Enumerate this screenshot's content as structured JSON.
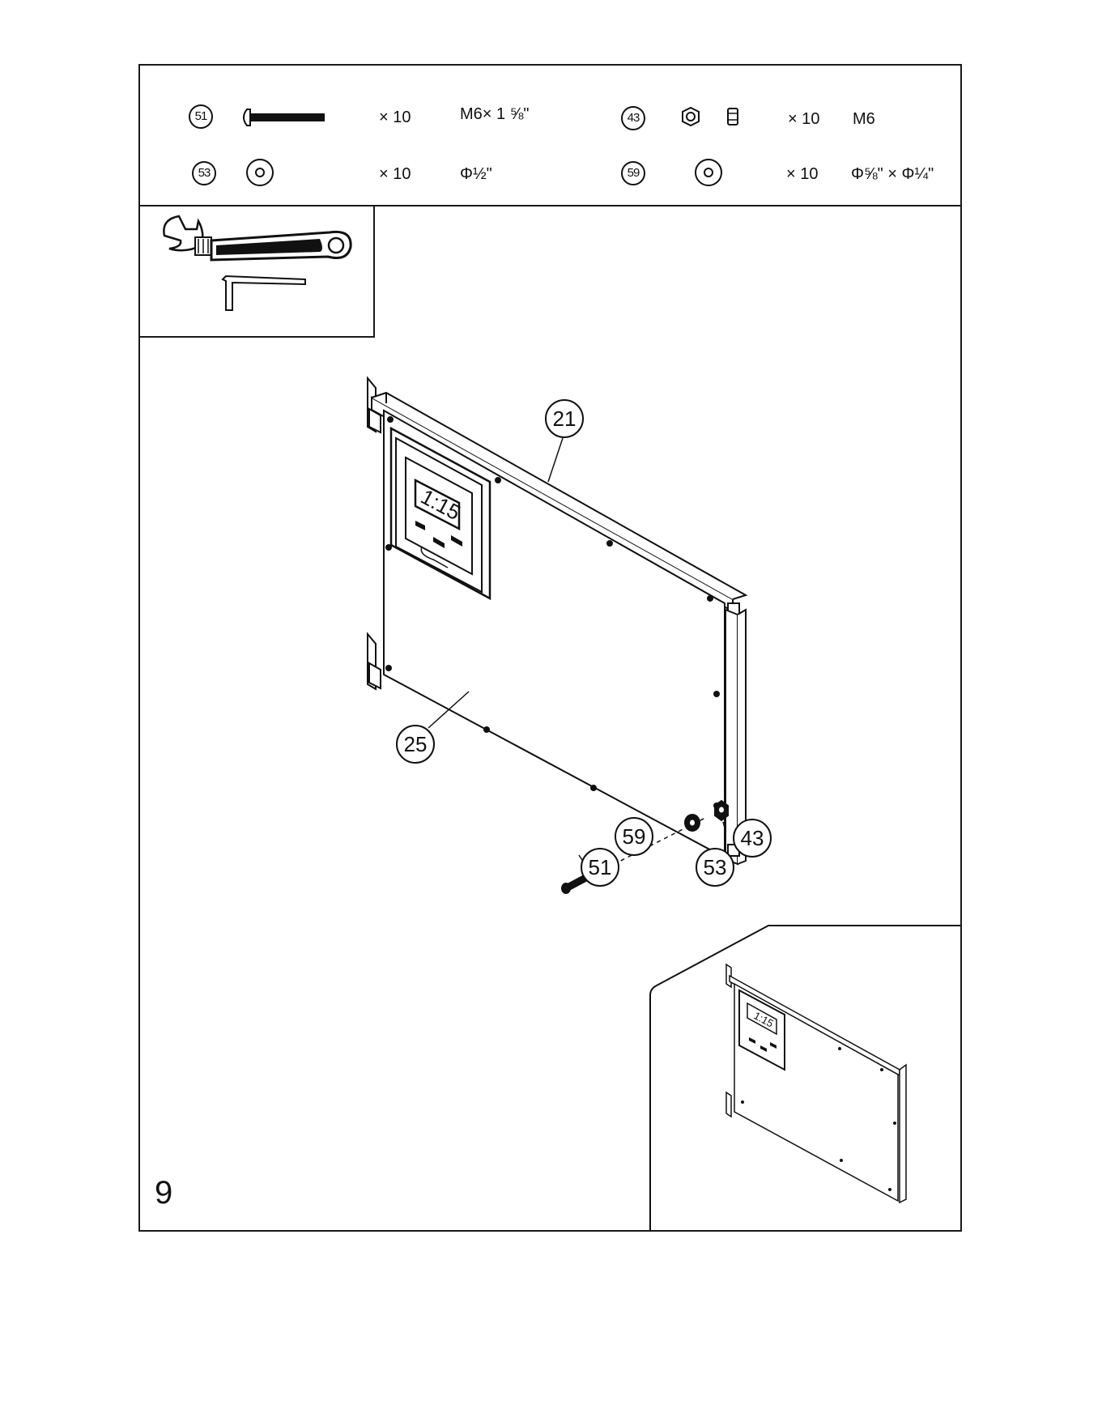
{
  "step": {
    "number": "9"
  },
  "hardware": [
    {
      "id": "51",
      "qty": "× 10",
      "spec": "M6× 1 ⅝\""
    },
    {
      "id": "43",
      "qty": "× 10",
      "spec": "M6"
    },
    {
      "id": "53",
      "qty": "× 10",
      "spec": "Φ½\""
    },
    {
      "id": "59",
      "qty": "× 10",
      "spec": "Φ⅝\" × Φ¼\""
    }
  ],
  "tools": {
    "icons": [
      "wrench-icon",
      "hex-key-icon"
    ]
  },
  "diagram": {
    "clock_display": "1:15",
    "callouts": [
      "21",
      "25",
      "59",
      "51",
      "53",
      "43"
    ]
  },
  "inset": {
    "clock_display": "1:15"
  }
}
